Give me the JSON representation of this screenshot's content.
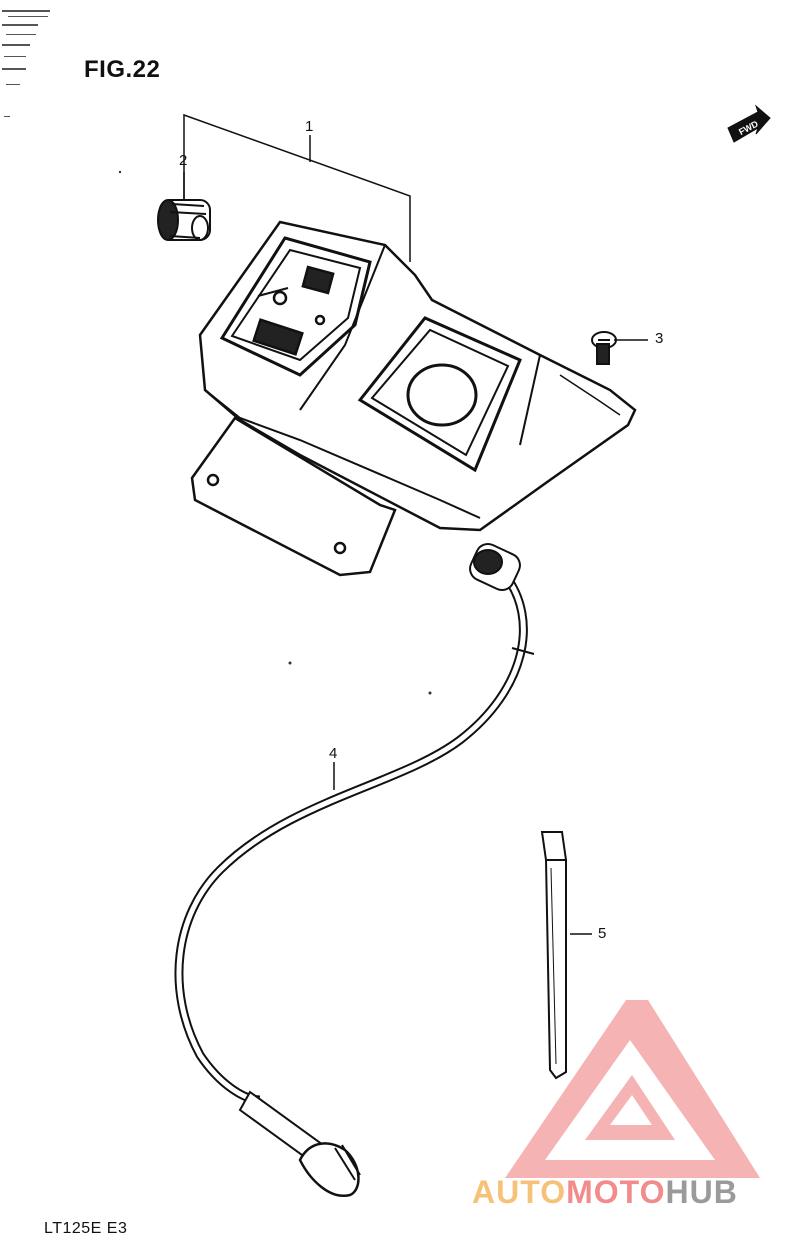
{
  "figure": {
    "title": "FIG.22",
    "model": "LT125E E3",
    "forward_tag": "FWD"
  },
  "callouts": {
    "p1": "1",
    "p2": "2",
    "p3": "3",
    "p4": "4",
    "p5": "5"
  },
  "watermark": {
    "part_a": "AUTO",
    "part_b": "MOTO",
    "part_c": "HUB",
    "colors": {
      "auto": "#f6c27a",
      "moto": "#f28c8c",
      "hub": "#9a9a9a",
      "logo": "#f4a0a0"
    }
  }
}
